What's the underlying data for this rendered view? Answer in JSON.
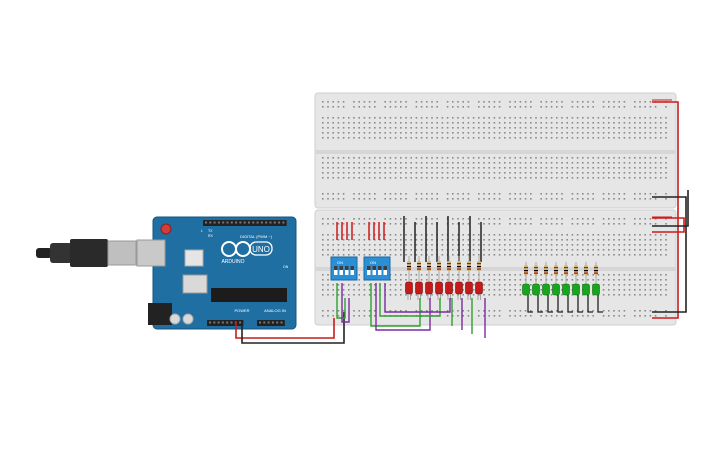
{
  "board": {
    "brand_label": "ARDUINO",
    "model_label": "UNO",
    "digital_header_label": "DIGITAL (PWM ~)",
    "power_header_label": "POWER",
    "analog_header_label": "ANALOG IN",
    "tx_label": "TX",
    "rx_label": "RX",
    "l_label": "L",
    "on_label": "ON"
  },
  "dip_switches": [
    {
      "label": "ON"
    },
    {
      "label": "ON"
    }
  ],
  "colors": {
    "breadboard": "#e6e6e6",
    "breadboard_edge": "#cfcfcf",
    "arduino_blue": "#1f6fa3",
    "red_wire": "#cc1b1b",
    "black_wire": "#222222",
    "green_wire": "#2ea02e",
    "purple_wire": "#7a2ca0",
    "led_red": "#c41a1a",
    "led_green": "#19a61f",
    "dip_blue": "#2b8fd6"
  },
  "counts": {
    "red_leds": 8,
    "green_leds": 8
  }
}
